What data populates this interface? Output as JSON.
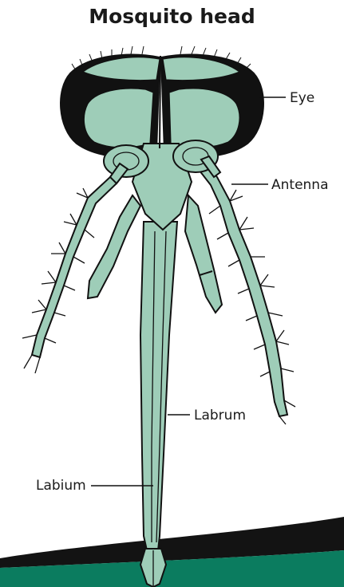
{
  "title": "Mosquito head",
  "labels": {
    "eye": "Eye",
    "antenna": "Antenna",
    "labrum": "Labrum",
    "labium": "Labium"
  },
  "colors": {
    "body_fill": "#9ecdb8",
    "eye_dark": "#111111",
    "outline": "#111111",
    "footer_dark": "#131313",
    "footer_green": "#0b7c5f"
  }
}
